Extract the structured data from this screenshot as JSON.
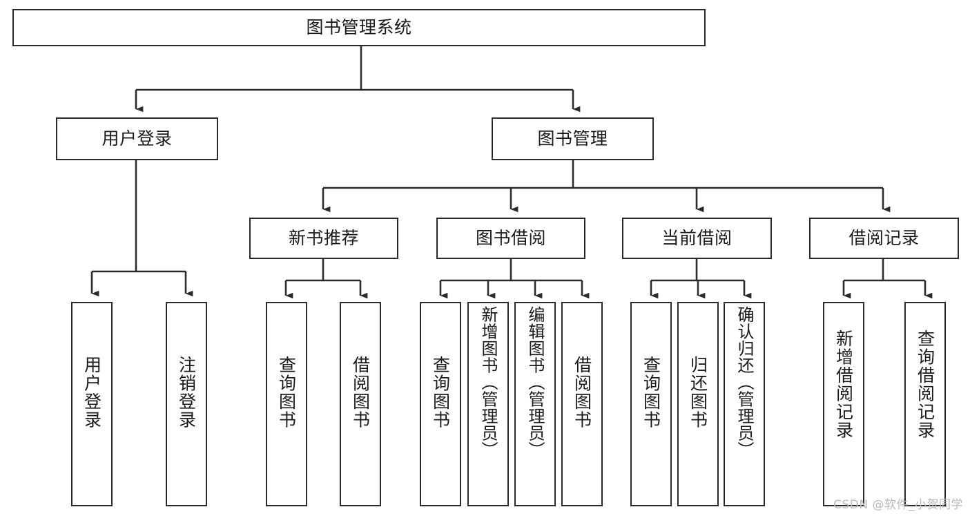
{
  "diagram": {
    "title": "图书管理系统",
    "type": "tree-hierarchy-chart",
    "watermark": "CSDN @软件_小贺同学",
    "colors": {
      "box_stroke": "#2b2b2b",
      "box_fill": "#ffffff",
      "edge_stroke": "#2b2b2b",
      "text": "#1a1a1a",
      "watermark": "#b9b9b9",
      "background": "#ffffff"
    },
    "nodes": {
      "root": {
        "label": "图书管理系统"
      },
      "level2": [
        {
          "id": "user-login",
          "label": "用户登录"
        },
        {
          "id": "book-manage",
          "label": "图书管理"
        }
      ],
      "level3": [
        {
          "id": "new-book-recommend",
          "label": "新书推荐"
        },
        {
          "id": "book-borrow",
          "label": "图书借阅"
        },
        {
          "id": "current-borrow",
          "label": "当前借阅"
        },
        {
          "id": "borrow-record",
          "label": "借阅记录"
        }
      ],
      "leaves": {
        "user_login": [
          {
            "id": "leaf-user-login",
            "label": "用户登录"
          },
          {
            "id": "leaf-logout-login",
            "label": "注销登录"
          }
        ],
        "new_book_recommend": [
          {
            "id": "leaf-query-book-1",
            "label": "查询图书"
          },
          {
            "id": "leaf-borrow-book-1",
            "label": "借阅图书"
          }
        ],
        "book_borrow": [
          {
            "id": "leaf-query-book-2",
            "label": "查询图书"
          },
          {
            "id": "leaf-add-book",
            "label": "新增图书（管理员）"
          },
          {
            "id": "leaf-edit-book",
            "label": "编辑图书（管理员）"
          },
          {
            "id": "leaf-borrow-book-2",
            "label": "借阅图书"
          }
        ],
        "current_borrow": [
          {
            "id": "leaf-query-book-3",
            "label": "查询图书"
          },
          {
            "id": "leaf-return-book",
            "label": "归还图书"
          },
          {
            "id": "leaf-confirm-return",
            "label": "确认归还（管理员）"
          }
        ],
        "borrow_record": [
          {
            "id": "leaf-add-record",
            "label": "新增借阅记录"
          },
          {
            "id": "leaf-query-record",
            "label": "查询借阅记录"
          }
        ]
      }
    }
  }
}
